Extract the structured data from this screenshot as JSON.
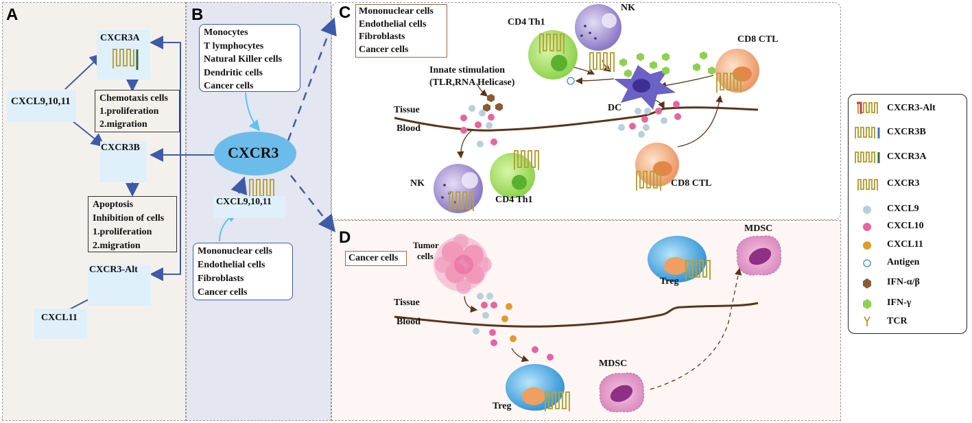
{
  "panels": {
    "A": {
      "letter": "A",
      "ligand_all": "CXCL9,10,11",
      "ligand_11": "CXCL11",
      "receptor_a": "CXCR3A",
      "receptor_b": "CXCR3B",
      "receptor_alt": "CXCR3-Alt",
      "chemotaxis": [
        "Chemotaxis cells",
        "1.proliferation",
        "2.migration"
      ],
      "apoptosis": [
        "Apoptosis",
        "Inhibition of cells",
        "1.proliferation",
        "2.migration"
      ]
    },
    "B": {
      "letter": "B",
      "top_cells": [
        "Monocytes",
        "T lymphocytes",
        "Natural Killer cells",
        "Dendritic cells",
        "Cancer cells"
      ],
      "center": "CXCR3",
      "ligands": "CXCL9,10,11",
      "bottom_cells": [
        "Mononuclear cells",
        "Endothelial cells",
        "Fibroblasts",
        "Cancer cells"
      ]
    },
    "C": {
      "letter": "C",
      "source_cells": [
        "Mononuclear cells",
        "Endothelial cells",
        "Fibroblasts",
        "Cancer cells"
      ],
      "innate": [
        "Innate stimulation",
        "(TLR,RNA Helicase)"
      ],
      "tissue": "Tissue",
      "blood": "Blood",
      "cd4_top": "CD4 Th1",
      "nk_top": "NK",
      "dc": "DC",
      "cd8_top": "CD8 CTL",
      "cd8_bottom": "CD8 CTL",
      "nk_bottom": "NK",
      "cd4_bottom": "CD4 Th1"
    },
    "D": {
      "letter": "D",
      "cancer": "Cancer cells",
      "tumor": [
        "Tumor",
        "cells"
      ],
      "tissue": "Tissue",
      "blood": "Blood",
      "treg_top": "Treg",
      "mdsc_top": "MDSC",
      "treg_bottom": "Treg",
      "mdsc_bottom": "MDSC"
    }
  },
  "legend": [
    {
      "label": "CXCR3-Alt",
      "icon": "receptor-alt-icon"
    },
    {
      "label": "CXCR3B",
      "icon": "receptor-b-icon"
    },
    {
      "label": "CXCR3A",
      "icon": "receptor-a-icon"
    },
    {
      "label": "CXCR3",
      "icon": "receptor-icon"
    },
    {
      "label": "CXCL9",
      "icon": "cxcl9-dot-icon"
    },
    {
      "label": "CXCL10",
      "icon": "cxcl10-dot-icon"
    },
    {
      "label": "CXCL11",
      "icon": "cxcl11-dot-icon"
    },
    {
      "label": "Antigen",
      "icon": "antigen-icon"
    },
    {
      "label": "IFN-α/β",
      "icon": "ifn-ab-icon"
    },
    {
      "label": "IFN-γ",
      "icon": "ifn-g-icon"
    },
    {
      "label": "TCR",
      "icon": "tcr-icon"
    }
  ],
  "colors": {
    "cxcl9": "#b9cfdc",
    "cxcl10": "#e8649f",
    "cxcl11": "#e39a2a",
    "ifn_ab": "#8a5a35",
    "ifn_g": "#8ed14e",
    "arrow": "#3f5aa8",
    "vessel": "#5a3418",
    "panel_a_bg": "#f4f1ec",
    "panel_b_bg": "#e4e6f2",
    "panel_d_bg": "#fdf6f4"
  }
}
